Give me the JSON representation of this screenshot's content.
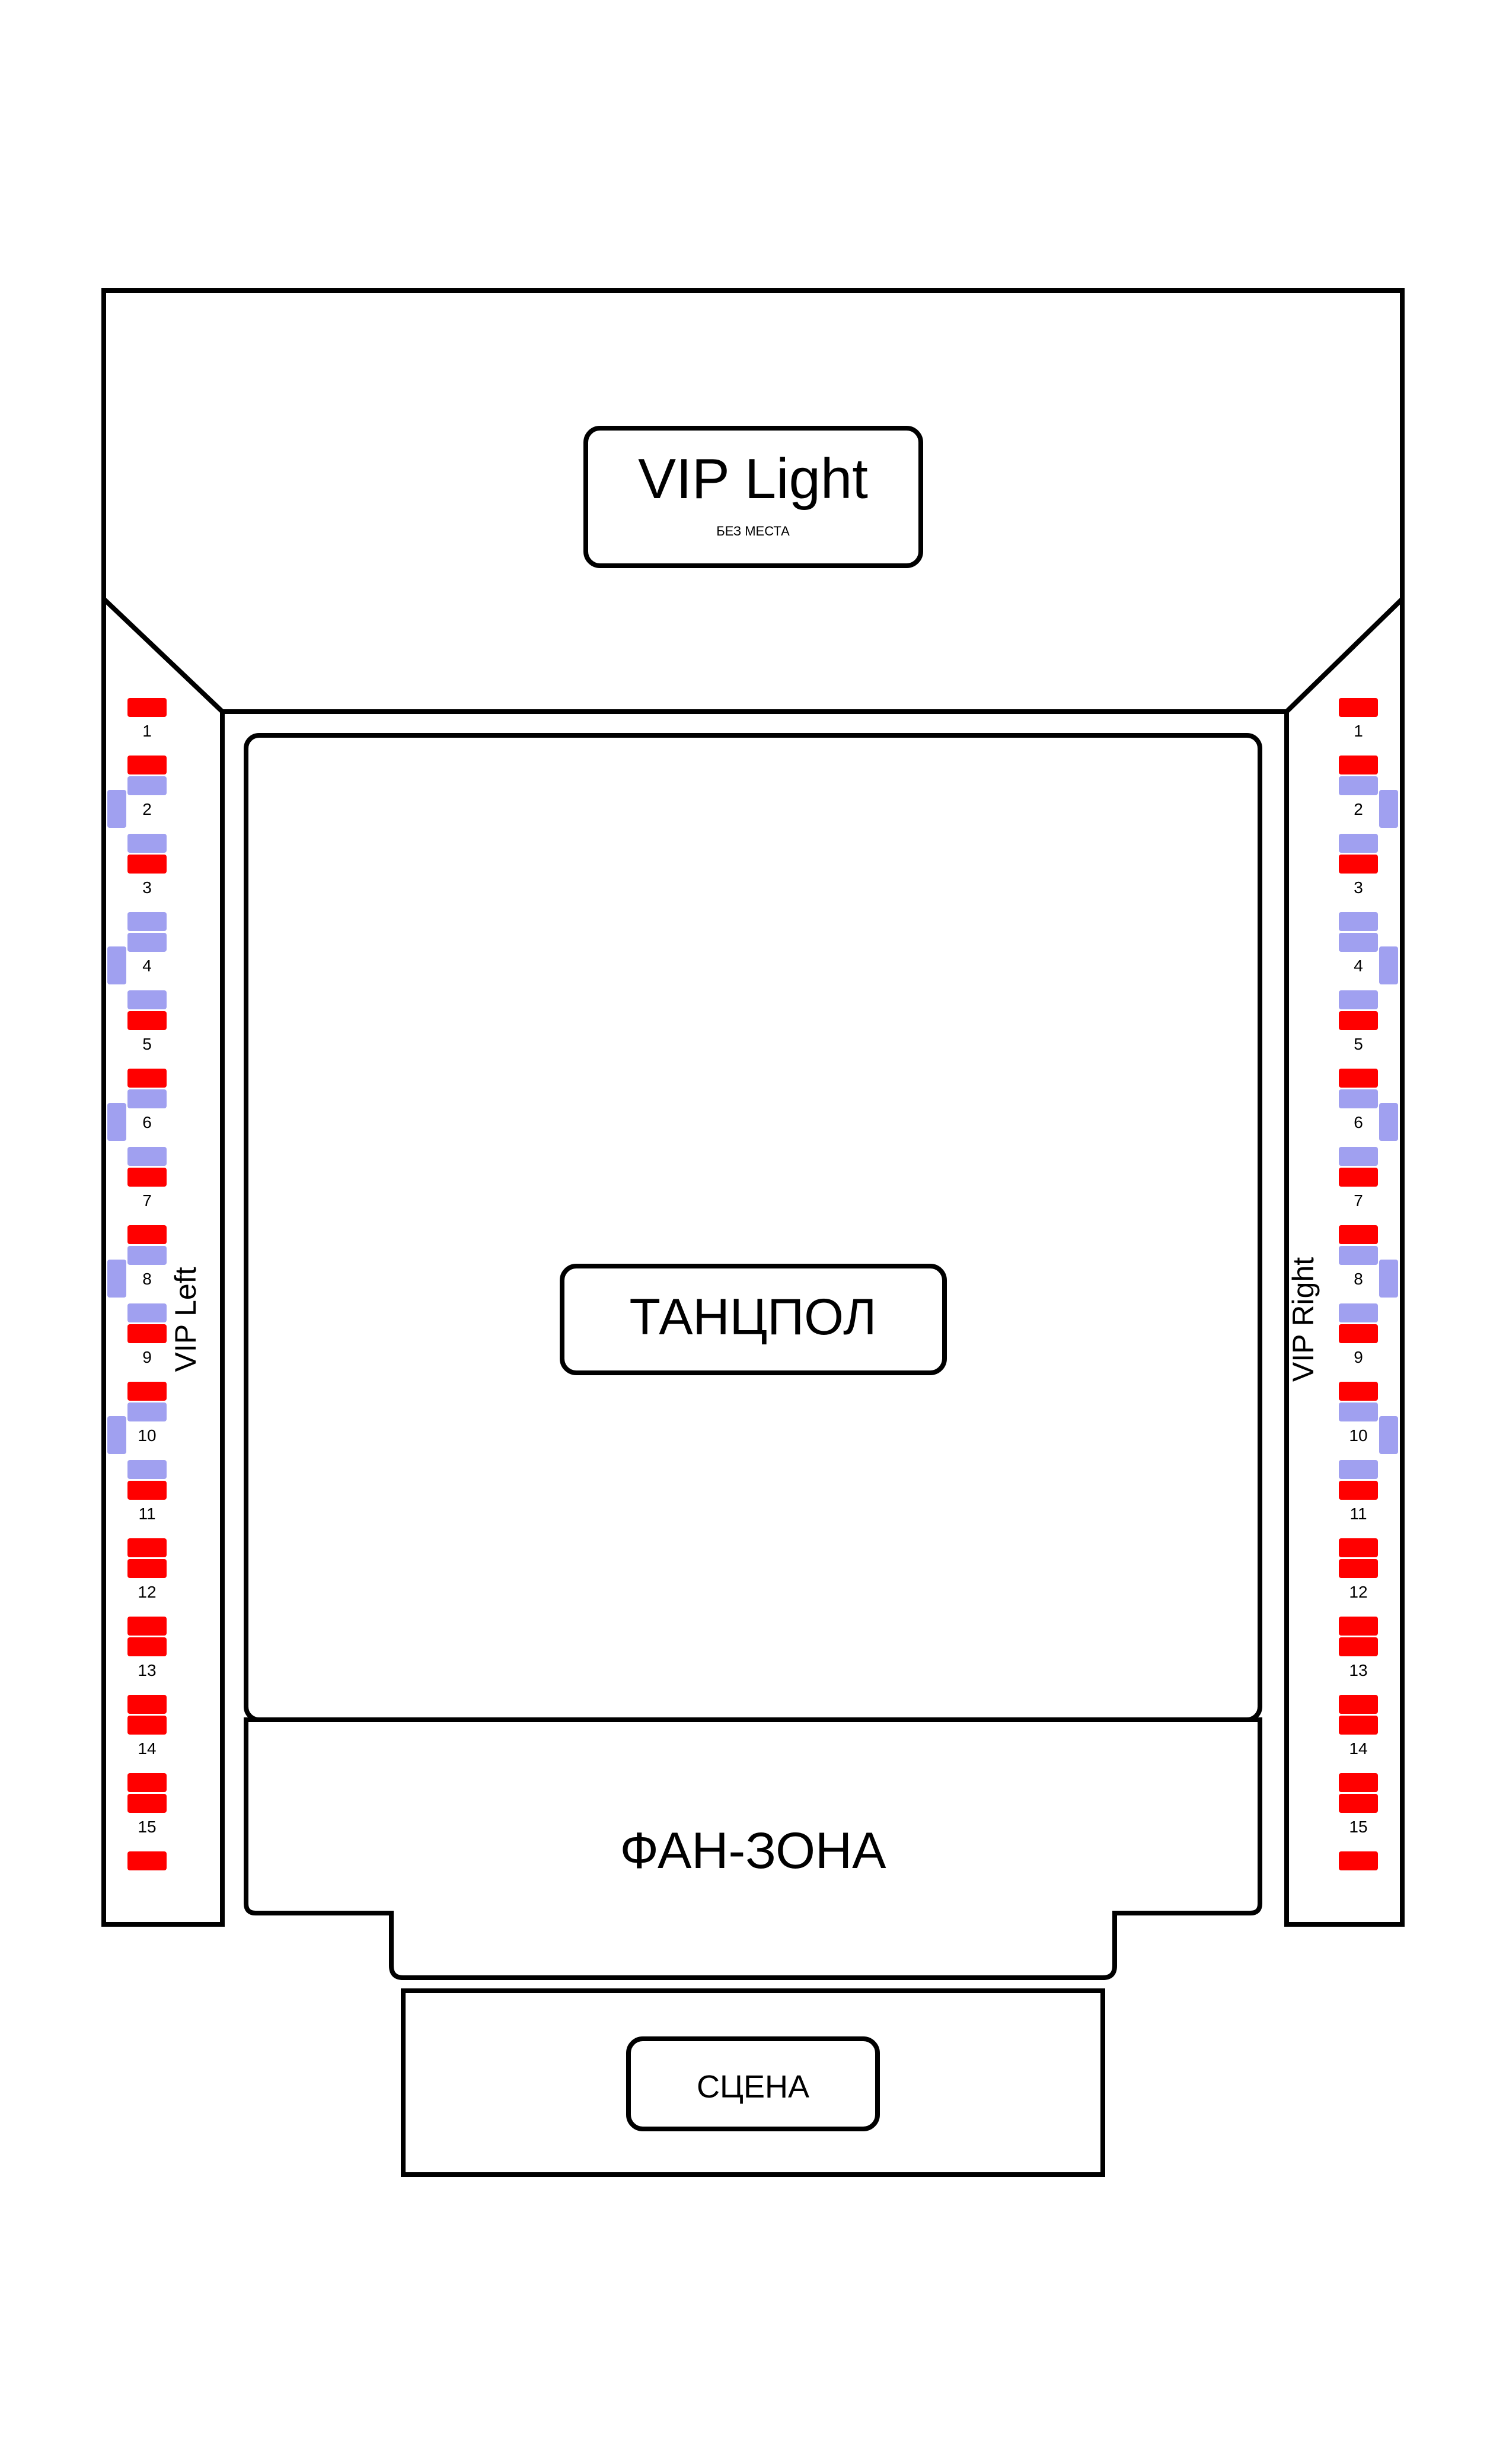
{
  "zones": {
    "vip_light": {
      "title": "VIP Light",
      "note": "БЕЗ МЕСТА"
    },
    "dance_floor": {
      "label": "ТАНЦПОЛ"
    },
    "fan_zone": {
      "label": "ФАН-ЗОНА"
    },
    "stage": {
      "label": "СЦЕНА"
    },
    "vip_left": {
      "label": "VIP Left"
    },
    "vip_right": {
      "label": "VIP Right"
    }
  },
  "tables": [
    {
      "number": "1",
      "seat_above": "taken",
      "seat_below": "taken",
      "side_seat": false
    },
    {
      "number": "2",
      "seat_above": "free",
      "seat_below": "free",
      "side_seat": true
    },
    {
      "number": "3",
      "seat_above": "taken",
      "seat_below": "free",
      "side_seat": false
    },
    {
      "number": "4",
      "seat_above": "free",
      "seat_below": "free",
      "side_seat": true
    },
    {
      "number": "5",
      "seat_above": "taken",
      "seat_below": "taken",
      "side_seat": false
    },
    {
      "number": "6",
      "seat_above": "free",
      "seat_below": "free",
      "side_seat": true
    },
    {
      "number": "7",
      "seat_above": "taken",
      "seat_below": "taken",
      "side_seat": false
    },
    {
      "number": "8",
      "seat_above": "free",
      "seat_below": "free",
      "side_seat": true
    },
    {
      "number": "9",
      "seat_above": "taken",
      "seat_below": "taken",
      "side_seat": false
    },
    {
      "number": "10",
      "seat_above": "free",
      "seat_below": "free",
      "side_seat": true
    },
    {
      "number": "11",
      "seat_above": "taken",
      "seat_below": "taken",
      "side_seat": false
    },
    {
      "number": "12",
      "seat_above": "taken",
      "seat_below": "taken",
      "side_seat": false
    },
    {
      "number": "13",
      "seat_above": "taken",
      "seat_below": "taken",
      "side_seat": false
    },
    {
      "number": "14",
      "seat_above": "taken",
      "seat_below": "taken",
      "side_seat": false
    },
    {
      "number": "15",
      "seat_above": "taken",
      "seat_below": "taken",
      "side_seat": false
    }
  ],
  "colors": {
    "seat_taken": "#ff0000",
    "seat_free": "#a0a0f0",
    "outline": "#000000"
  }
}
